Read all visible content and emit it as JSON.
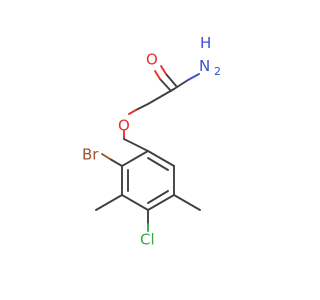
{
  "molecule": {
    "atoms": {
      "amide_nitrogen": {
        "symbol": "N",
        "hydrogens": "H",
        "subscript": "2"
      },
      "carbonyl_oxygen": {
        "symbol": "O"
      },
      "ether_oxygen": {
        "symbol": "O"
      },
      "bromine": {
        "symbol": "Br"
      },
      "chlorine": {
        "symbol": "Cl"
      }
    },
    "colors": {
      "carbon_bond": "#404040",
      "oxygen": "#e8312a",
      "nitrogen": "#3a4fd6",
      "bromine": "#a0522d",
      "chlorine": "#3aa84a",
      "background": "#ffffff"
    }
  }
}
